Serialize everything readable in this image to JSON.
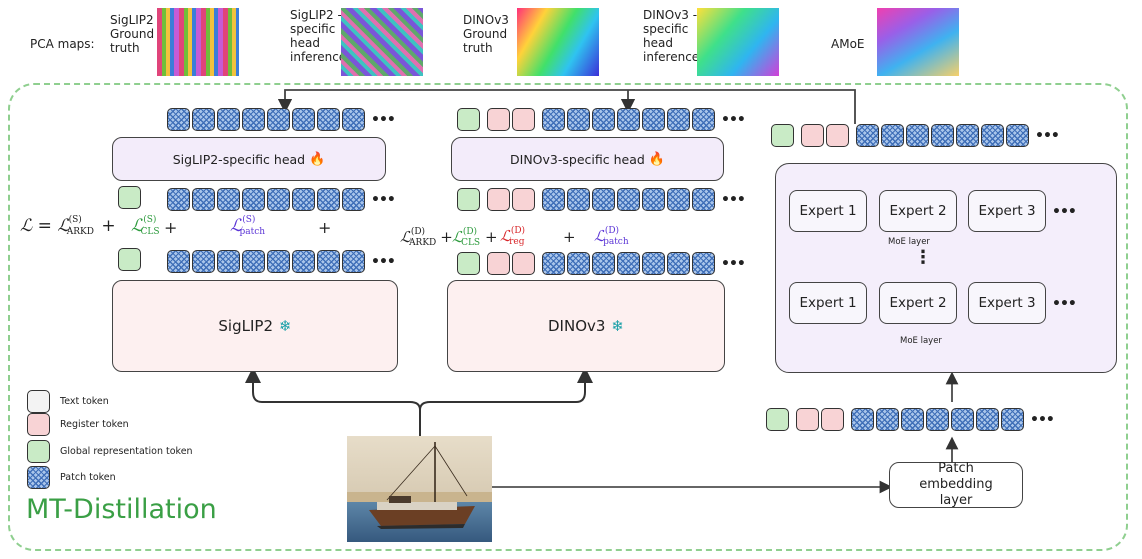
{
  "header": {
    "pca_label": "PCA maps:",
    "maps": [
      {
        "label": [
          "SigLIP2",
          "Ground",
          "truth"
        ]
      },
      {
        "label": [
          "SigLIP2 -",
          "specific",
          "head",
          "inference"
        ]
      },
      {
        "label": [
          "DINOv3",
          "Ground",
          "truth"
        ]
      },
      {
        "label": [
          "DINOv3 -",
          "specific",
          "head",
          "inference"
        ]
      },
      {
        "label": [
          "AMoE"
        ]
      }
    ]
  },
  "siglip": {
    "head_label": "SigLIP2-specific head",
    "encoder_label": "SigLIP2",
    "loss_main": "ℒ = ℒ",
    "loss_arkd": "ARKD",
    "loss_cls": "CLS",
    "loss_patch": "patch",
    "sup": "(S)"
  },
  "dino": {
    "head_label": "DINOv3-specific head",
    "encoder_label": "DINOv3",
    "loss_arkd": "ARKD",
    "loss_cls": "CLS",
    "loss_reg": "reg",
    "loss_patch": "patch",
    "sup": "(D)"
  },
  "moe": {
    "experts_row1": [
      "Expert 1",
      "Expert 2",
      "Expert 3"
    ],
    "experts_row2": [
      "Expert 1",
      "Expert 2",
      "Expert 3"
    ],
    "layer_label": "MoE layer",
    "vdots": "⋮"
  },
  "patch_embedding": "Patch embedding layer",
  "legend": {
    "text": "Text token",
    "register": "Register token",
    "global": "Global representation token",
    "patch": "Patch token"
  },
  "title": "MT-Distillation",
  "icons": {
    "fire": "fire-icon",
    "snowflake": "snowflake-icon"
  },
  "colors": {
    "border": "#8fcf8f",
    "title": "#3a9f45",
    "cls": "#2e9b3e",
    "reg": "#d8262a",
    "patch": "#5b35d6"
  },
  "ellipsis": "•••"
}
